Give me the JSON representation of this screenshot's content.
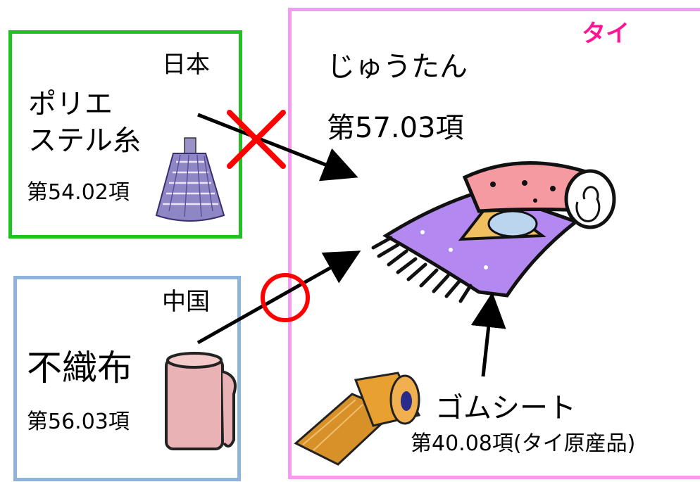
{
  "countries": {
    "japan": "日本",
    "china": "中国",
    "thailand": "タイ"
  },
  "materials": {
    "polyester_line1": "ポリエ",
    "polyester_line2": "ステル糸",
    "polyester_code": "第54.02項",
    "nonwoven": "不織布",
    "nonwoven_code": "第56.03項",
    "carpet": "じゅうたん",
    "carpet_code": "第57.03項",
    "rubber": "ゴムシート",
    "rubber_code": "第40.08項(タイ原産品)"
  },
  "markers": {
    "japan_route": "cross",
    "china_route": "circle"
  },
  "colors": {
    "japan_border": "#22c022",
    "china_border": "#8eb4dd",
    "thai_border": "#f59af0",
    "thai_label": "#ff1493",
    "mark_red": "#ff0000"
  }
}
